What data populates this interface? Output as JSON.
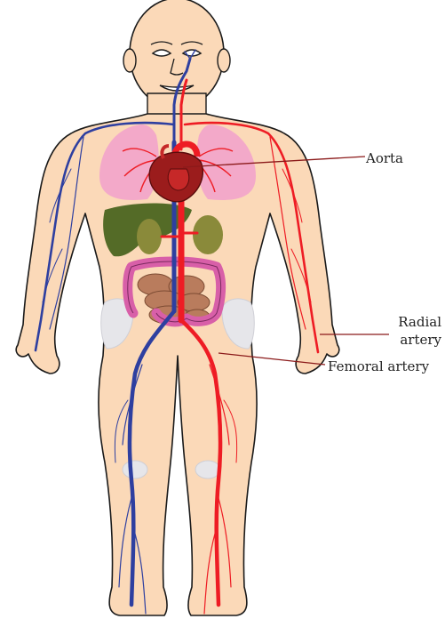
{
  "labels": {
    "aorta": "Aorta",
    "radial_line1": "Radial",
    "radial_line2": "artery",
    "femoral": "Femoral artery"
  },
  "colors": {
    "skin": "#fbd9b8",
    "outline": "#1a1a1a",
    "artery": "#ee1c24",
    "vein": "#2e3fa0",
    "heart": "#9b1c1c",
    "lung": "#f3a9c9",
    "liver": "#546b27",
    "kidney": "#8a8a3a",
    "colon": "#d85fa8",
    "intestine": "#b97c5d",
    "pelvis": "#e6e6ea",
    "leader_line": "#8b1a1a"
  }
}
